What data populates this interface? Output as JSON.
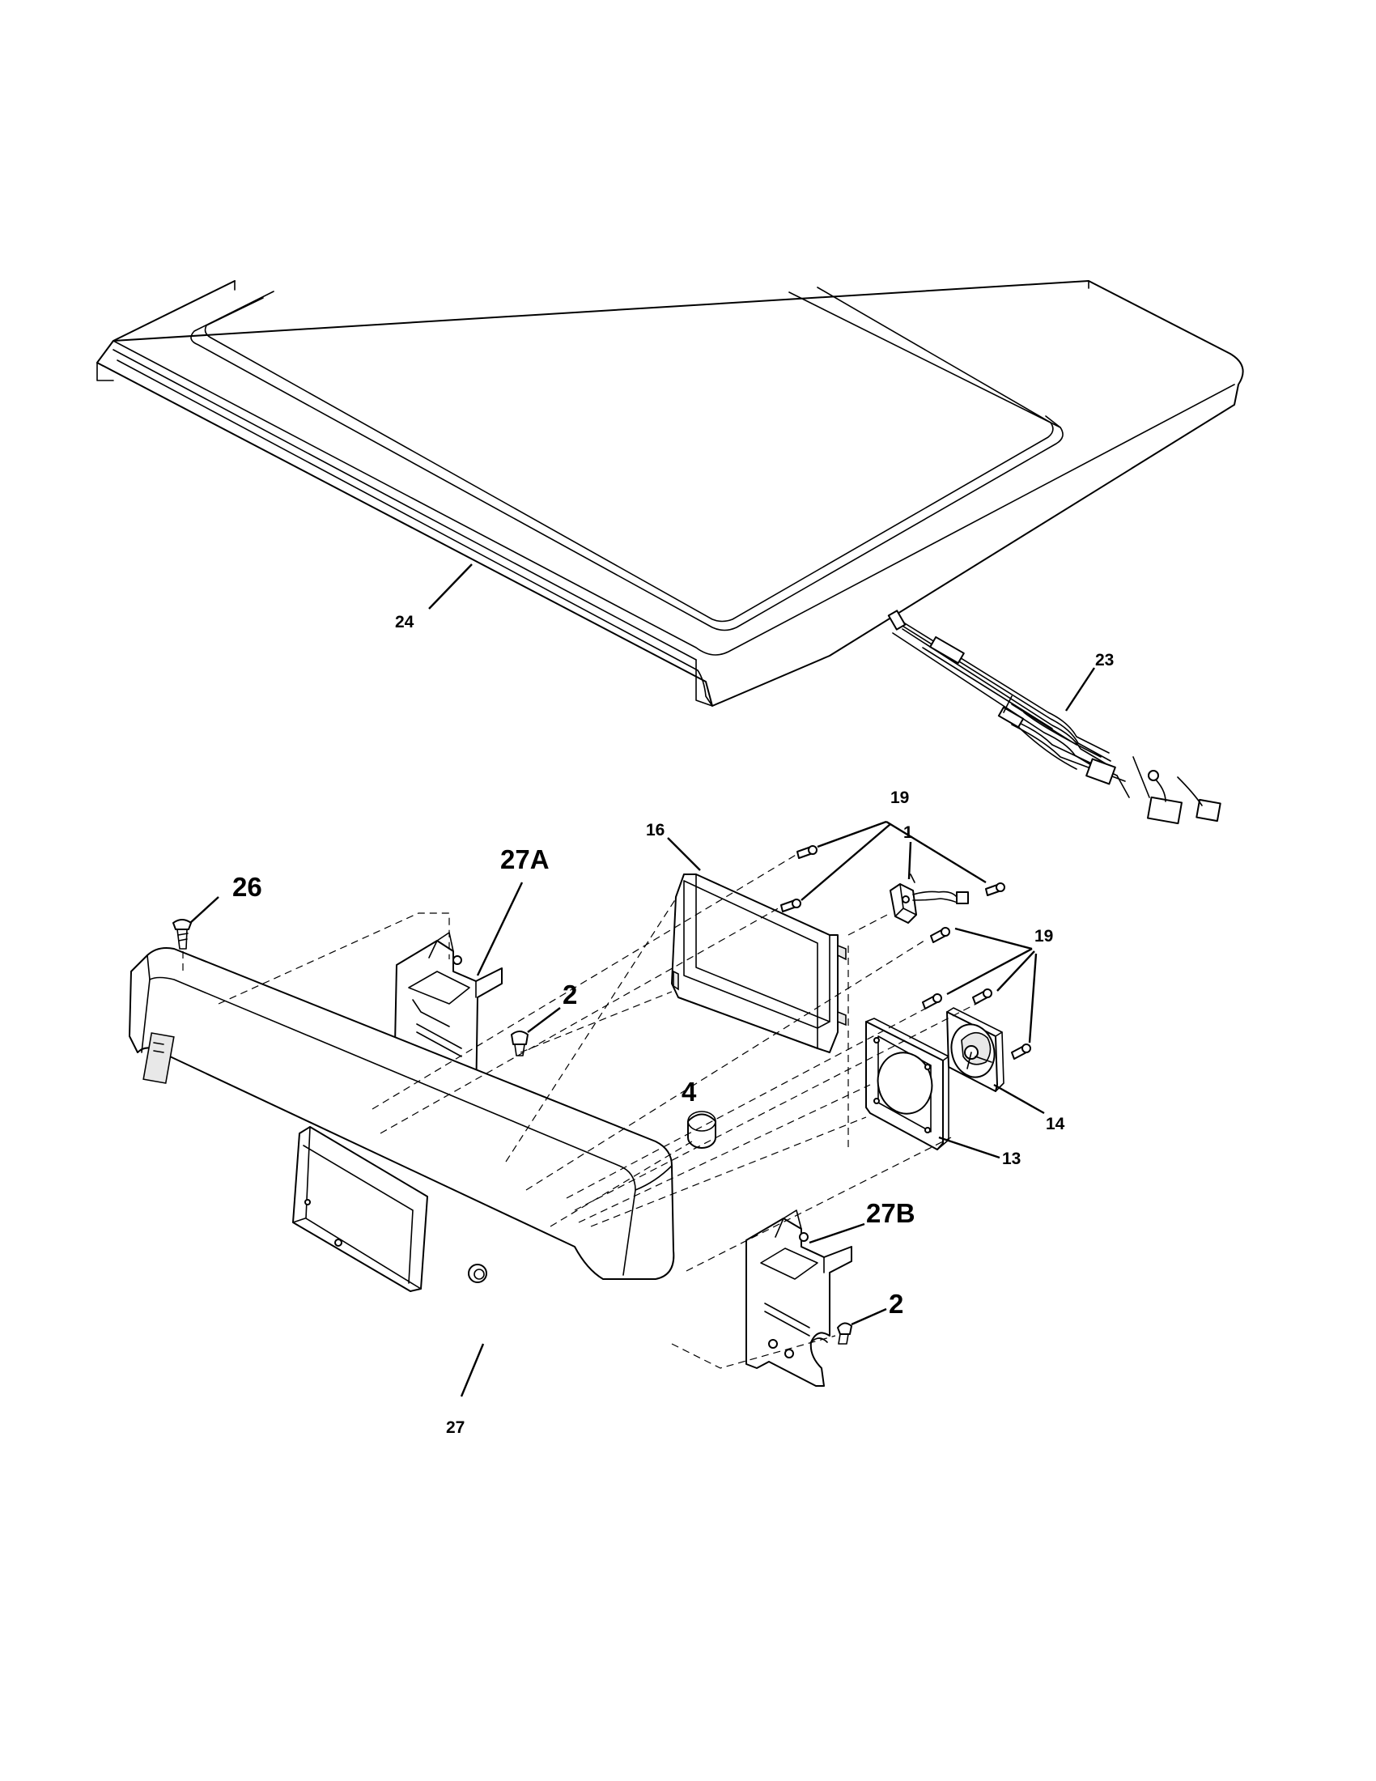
{
  "callouts": {
    "c24": "24",
    "c23": "23",
    "c19a": "19",
    "c19b": "19",
    "c16": "16",
    "c1": "1",
    "c26": "26",
    "c27a": "27A",
    "c2a": "2",
    "c4": "4",
    "c14": "14",
    "c13": "13",
    "c27b": "27B",
    "c2b": "2",
    "c27": "27"
  }
}
